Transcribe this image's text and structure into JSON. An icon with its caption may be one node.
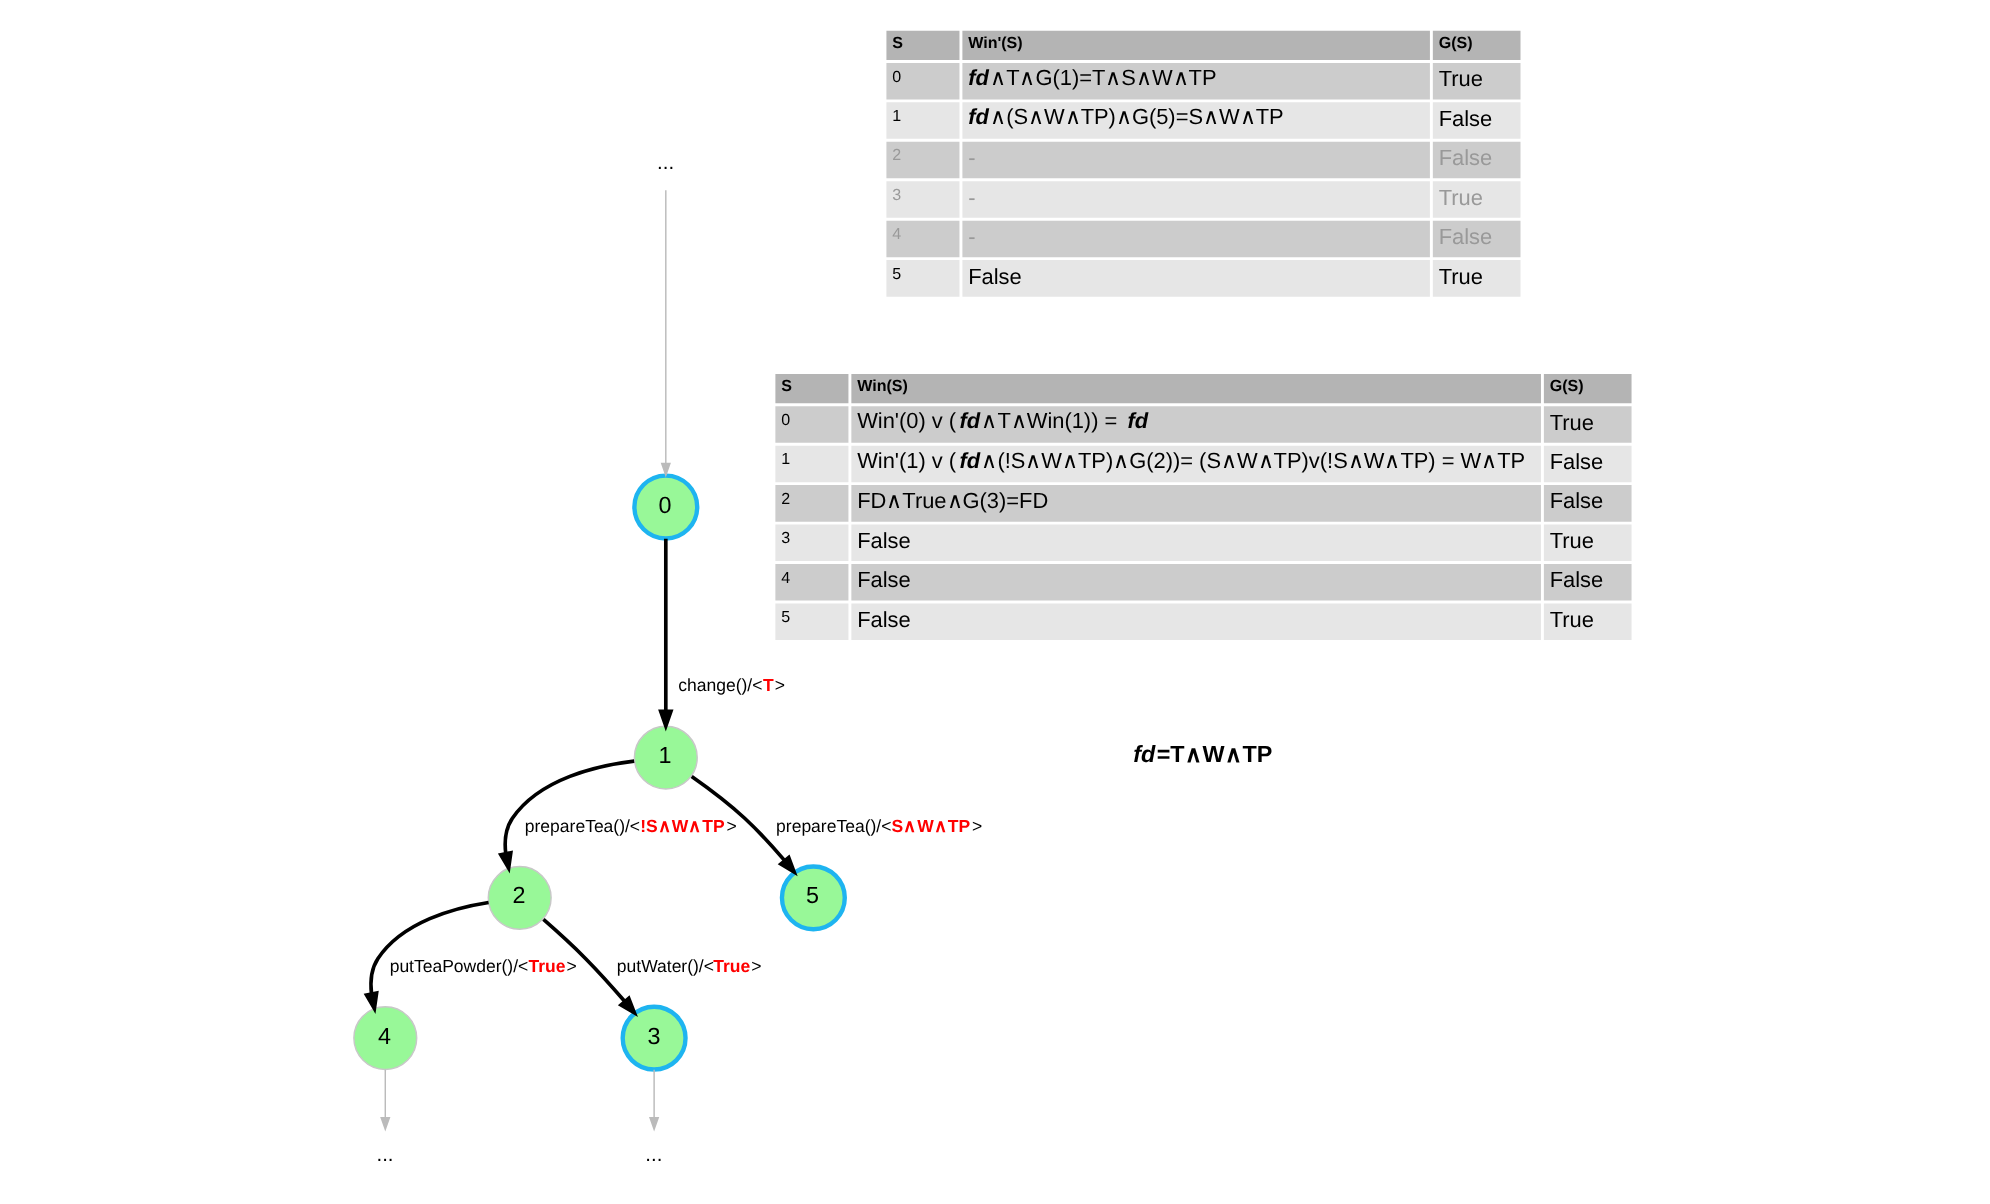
{
  "diagram": {
    "nodes": [
      {
        "text": [
          "..."
        ]
      },
      {
        "text": [
          "0"
        ]
      },
      {
        "text": [
          "1"
        ]
      },
      {
        "text": [
          "2"
        ]
      },
      {
        "text": [
          "5"
        ]
      },
      {
        "text": [
          "4"
        ]
      },
      {
        "text": [
          "3"
        ]
      },
      {
        "text": [
          "..."
        ]
      },
      {
        "text": [
          "..."
        ]
      }
    ],
    "edges": [
      {
        "from": 0,
        "to": 1,
        "arrow": "to",
        "color": "#bbbbbb"
      },
      {
        "from": 1,
        "to": 2,
        "arrow": "to",
        "label": "change()/<**T**>"
      },
      {
        "from": 2,
        "to": 3,
        "arrow": "to",
        "label": "prepareTea()/<**!S∧W∧TP**>"
      },
      {
        "from": 2,
        "to": 4,
        "arrow": "to",
        "label": "prepareTea()/<**S∧W∧TP**>"
      },
      {
        "from": 3,
        "to": 5,
        "arrow": "to",
        "label": "putTeaPowder()/<**True**>"
      },
      {
        "from": 3,
        "to": 6,
        "arrow": "to",
        "label": "putWater()/<**True**>"
      },
      {
        "from": 5,
        "to": 7,
        "arrow": "to",
        "color": "#bbbbbb"
      },
      {
        "from": 6,
        "to": 8,
        "arrow": "to",
        "color": "#bbbbbb"
      }
    ],
    "labels": [
      "S",
      "Win'(S)",
      "G(S)",
      "0",
      "*fd*∧T∧G(1)=T∧S∧W∧TP",
      "True",
      "1",
      "*fd*∧(S∧W∧TP)∧G(5)=S∧W∧TP",
      "False",
      "2",
      "-",
      "False",
      "3",
      "-",
      "True",
      "4",
      "-",
      "False",
      "5",
      "False",
      "True",
      "S",
      "Win(S)",
      "G(S)",
      "0",
      "Win'(0) v (*fd*∧T∧Win(1)) = *fd*",
      "True",
      "1",
      "Win'(1) v (*fd*∧(!S∧W∧TP)∧G(2))= (S∧W∧TP)v(!S∧W∧TP) = W∧TP",
      "False",
      "2",
      "FD∧True∧G(3)=FD",
      "False",
      "3",
      "False",
      "True",
      "4",
      "False",
      "False",
      "5",
      "False",
      "True",
      "*fd*=T∧W∧TP"
    ]
  }
}
